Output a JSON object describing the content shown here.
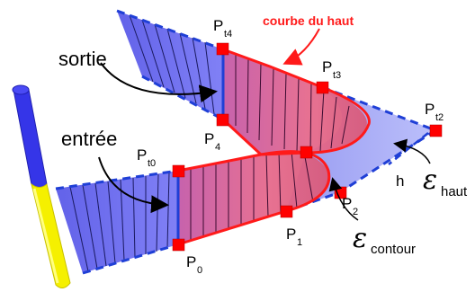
{
  "labels": {
    "exit": "sortie",
    "entry": "entrée",
    "top_curve": "courbe du haut",
    "h": "h",
    "eps_main": "ε",
    "eps_top_sub": "haut",
    "eps_contour_sub": "contour"
  },
  "points": [
    {
      "name": "P",
      "sub": "t4"
    },
    {
      "name": "P",
      "sub": "t3"
    },
    {
      "name": "P",
      "sub": "t2"
    },
    {
      "name": "P",
      "sub": "t0"
    },
    {
      "name": "P",
      "sub": "4"
    },
    {
      "name": "P",
      "sub": "2"
    },
    {
      "name": "P",
      "sub": "1"
    },
    {
      "name": "P",
      "sub": "0"
    }
  ],
  "colors": {
    "blue_fill": "#6a6af0",
    "blue_edge": "#1f3fd6",
    "red_curve": "#ff1a1a",
    "pink_fill": "#e06a8a",
    "marker": "#ff0000",
    "cylinder_blue": "#3535e8",
    "cylinder_yellow": "#f5f000"
  }
}
